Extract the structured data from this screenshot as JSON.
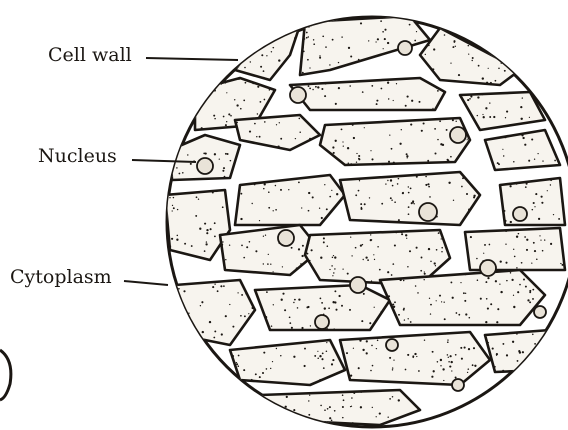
{
  "diagram": {
    "labels": {
      "cell_wall": "Cell wall",
      "nucleus": "Nucleus",
      "cytoplasm": "Cytoplasm"
    },
    "colors": {
      "ink": "#1b1713",
      "cell_fill": "#f7f4ee",
      "background": "#ffffff"
    },
    "icons": [
      "magnified-tissue-view",
      "stipple-texture"
    ]
  }
}
